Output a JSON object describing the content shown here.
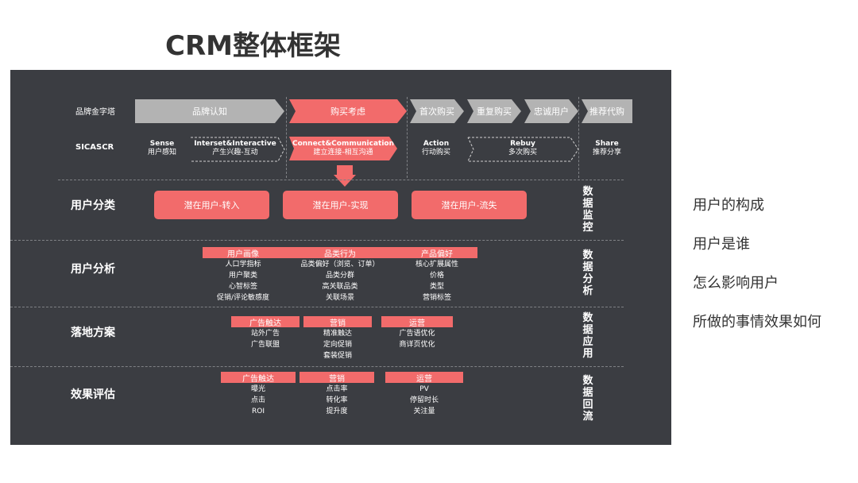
{
  "title": "CRM整体框架",
  "top": {
    "row1_label": "品牌金字塔",
    "row2_label": "SICASCR",
    "pyramid": [
      "品牌认知",
      "购买考虑",
      "首次购买",
      "重复购买",
      "忠诚用户",
      "推荐代购"
    ],
    "sicas": [
      {
        "en": "Sense",
        "cn": "用户感知"
      },
      {
        "en": "Interset&Interactive",
        "cn": "产生兴趣-互动"
      },
      {
        "en": "Connect&Communication",
        "cn": "建立连接-相互沟通"
      },
      {
        "en": "Action",
        "cn": "行动购买"
      },
      {
        "en": "Rebuy",
        "cn": "多次购买"
      },
      {
        "en": "Share",
        "cn": "推荐分享"
      }
    ]
  },
  "rows": {
    "classify": {
      "label": "用户分类",
      "side": [
        "数",
        "据",
        "监",
        "控"
      ],
      "pills": [
        "潜在用户-转入",
        "潜在用户-实现",
        "潜在用户-流失"
      ]
    },
    "analysis": {
      "label": "用户分析",
      "side": [
        "数",
        "据",
        "分",
        "析"
      ],
      "cols": [
        {
          "header": "用户画像",
          "items": [
            "人口学指标",
            "用户聚类",
            "心智标签",
            "促销/评论敏感度"
          ]
        },
        {
          "header": "品类行为",
          "items": [
            "品类偏好（浏览、订单）",
            "品类分群",
            "高关联品类",
            "关联场景"
          ]
        },
        {
          "header": "产品偏好",
          "items": [
            "核心扩展属性",
            "价格",
            "类型",
            "营销标签"
          ]
        }
      ]
    },
    "plan": {
      "label": "落地方案",
      "side": [
        "数",
        "据",
        "应",
        "用"
      ],
      "cols": [
        {
          "header": "广告触达",
          "items": [
            "站外广告",
            "广告联盟"
          ]
        },
        {
          "header": "营销",
          "items": [
            "精准触达",
            "定向促销",
            "套装促销"
          ]
        },
        {
          "header": "运营",
          "items": [
            "广告语优化",
            "商详页优化"
          ]
        }
      ]
    },
    "eval": {
      "label": "效果评估",
      "side": [
        "数",
        "据",
        "回",
        "流"
      ],
      "cols": [
        {
          "header": "广告触达",
          "items": [
            "曝光",
            "点击",
            "ROI"
          ]
        },
        {
          "header": "营销",
          "items": [
            "点击率",
            "转化率",
            "提升度"
          ]
        },
        {
          "header": "运营",
          "items": [
            "PV",
            "停留时长",
            "关注量"
          ]
        }
      ]
    }
  },
  "right_notes": [
    "用户的构成",
    "用户是谁",
    "怎么影响用户",
    "所做的事情效果如何"
  ],
  "colors": {
    "panel": "#3b3d42",
    "accent": "#f26b6b",
    "grey": "#b3b3b3"
  }
}
